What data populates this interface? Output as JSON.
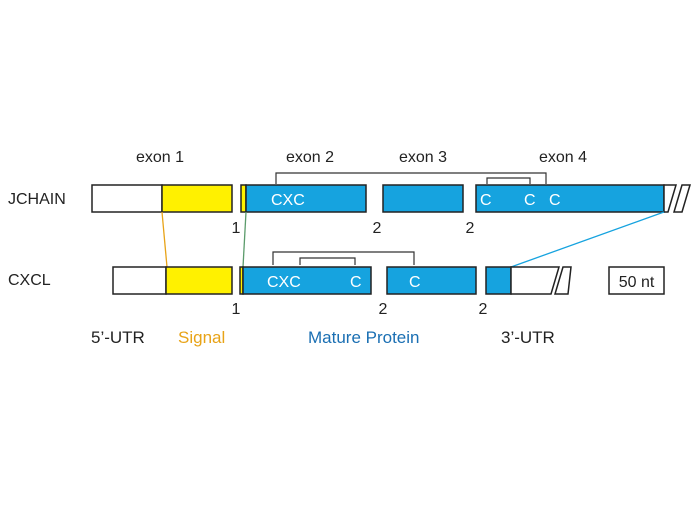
{
  "exons": {
    "exon1": "exon 1",
    "exon2": "exon 2",
    "exon3": "exon 3",
    "exon4": "exon 4"
  },
  "genes": {
    "jchain": "JCHAIN",
    "cxcl": "CXCL"
  },
  "jchain_motifs": {
    "cxc": "CXC",
    "c1": "C",
    "c2": "C",
    "c3": "C"
  },
  "cxcl_motifs": {
    "cxc": "CXC",
    "c1": "C",
    "c2": "C"
  },
  "phases": {
    "jchain": [
      "1",
      "2",
      "2"
    ],
    "cxcl": [
      "1",
      "2",
      "2"
    ]
  },
  "scale": "50 nt",
  "legend": {
    "utr5": "5’-UTR",
    "signal": "Signal",
    "mature": "Mature Protein",
    "utr3": "3’-UTR"
  },
  "colors": {
    "signal_fill": "#FFF100",
    "mature_fill": "#16A3DF",
    "signal_text": "#E8A317",
    "mature_text": "#1A6FB3",
    "connector_signal": "#E8A317",
    "connector_green": "#5B9B6B",
    "connector_blue": "#16A3DF"
  }
}
